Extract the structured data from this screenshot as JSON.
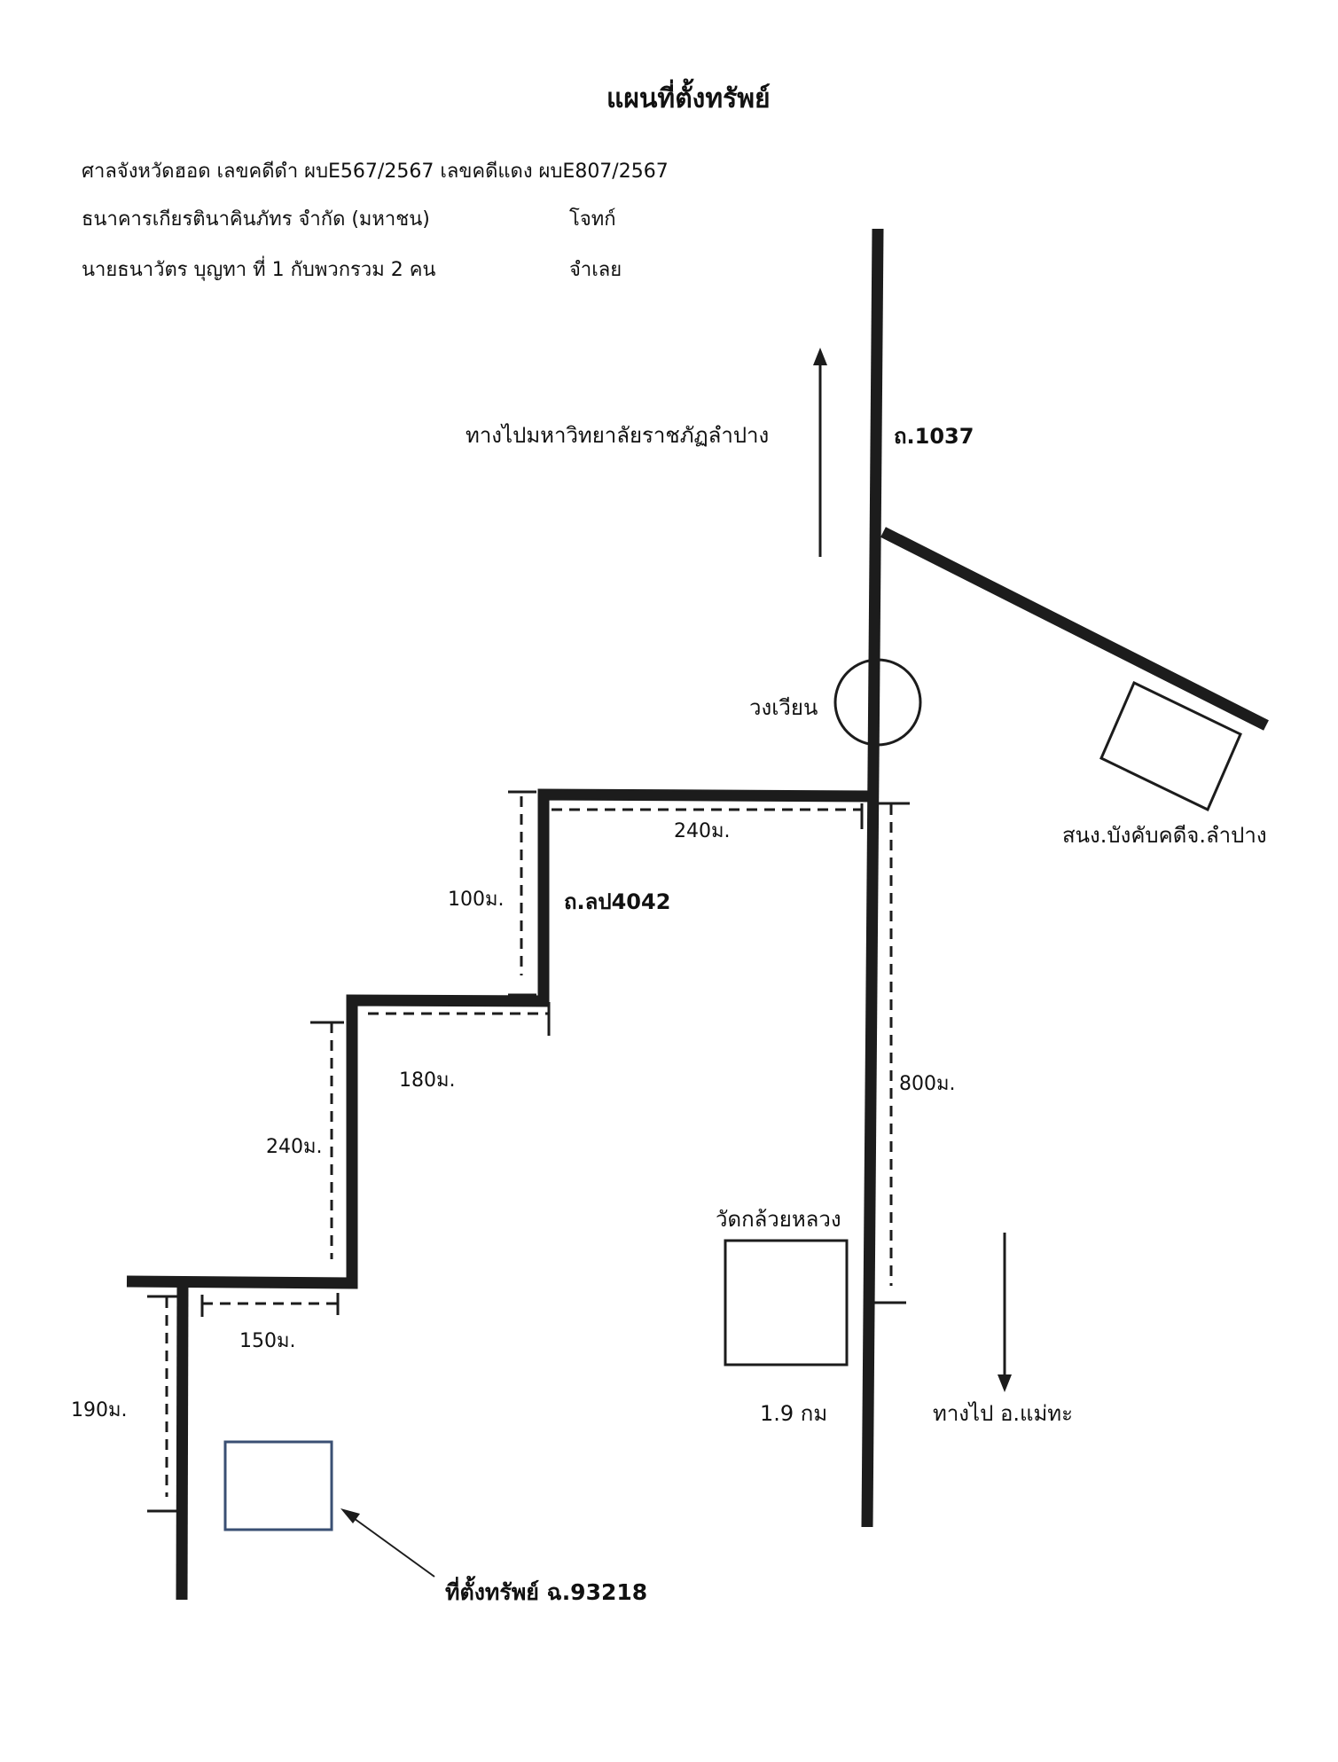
{
  "header": {
    "title": "แผนที่ตั้งทรัพย์",
    "case_line": "ศาลจังหวัดฮอด เลขคดีดำ ผบE567/2567 เลขคดีแดง ผบE807/2567",
    "plaintiff_name": "ธนาคารเกียรตินาคินภัทร จำกัด (มหาชน)",
    "plaintiff_role": "โจทก์",
    "defendant_name": "นายธนาวัตร บุญทา ที่ 1 กับพวกรวม 2 คน",
    "defendant_role": "จำเลย"
  },
  "roads": {
    "main_road": "ถ.1037",
    "side_road": "ถ.ลป4042"
  },
  "labels": {
    "to_university": "ทางไปมหาวิทยาลัยราชภัฏลำปาง",
    "roundabout": "วงเวียน",
    "enforcement_office": "สนง.บังคับคดีจ.ลำปาง",
    "temple": "วัดกล้วยหลวง",
    "temple_distance": "1.9 กม",
    "to_mae_tha": "ทางไป อ.แม่ทะ",
    "property": "ที่ตั้งทรัพย์ ฉ.93218"
  },
  "distances": {
    "main_road_segment": "800ม.",
    "top_segment": "240ม.",
    "first_vertical": "100ม.",
    "second_horizontal": "180ม.",
    "second_vertical": "240ม.",
    "third_horizontal": "150ม.",
    "final_vertical": "190ม."
  },
  "colors": {
    "line": "#1c1c1c",
    "property_box": "#3a4f73"
  }
}
